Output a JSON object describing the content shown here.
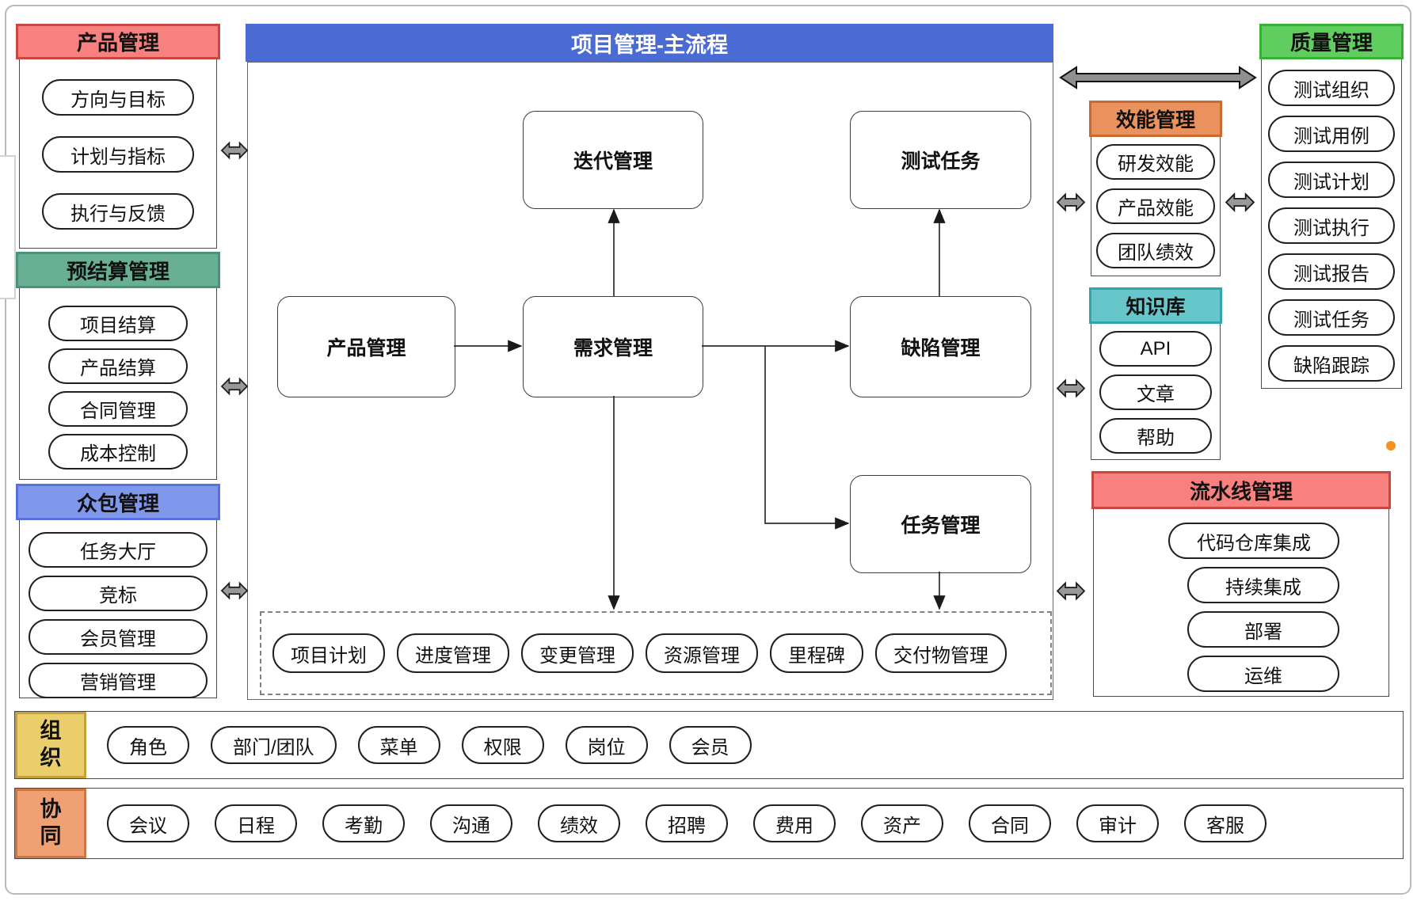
{
  "panels": {
    "product": {
      "title": "产品管理",
      "items": [
        "方向与目标",
        "计划与指标",
        "执行与反馈"
      ]
    },
    "budget": {
      "title": "预结算管理",
      "items": [
        "项目结算",
        "产品结算",
        "合同管理",
        "成本控制"
      ]
    },
    "crowd": {
      "title": "众包管理",
      "items": [
        "任务大厅",
        "竞标",
        "会员管理",
        "营销管理"
      ]
    },
    "main": {
      "title": "项目管理-主流程",
      "nodes": {
        "iteration": "迭代管理",
        "test_task": "测试任务",
        "product": "产品管理",
        "requirement": "需求管理",
        "defect": "缺陷管理",
        "task": "任务管理"
      },
      "dashed_items": [
        "项目计划",
        "进度管理",
        "变更管理",
        "资源管理",
        "里程碑",
        "交付物管理"
      ]
    },
    "efficiency": {
      "title": "效能管理",
      "items": [
        "研发效能",
        "产品效能",
        "团队绩效"
      ]
    },
    "knowledge": {
      "title": "知识库",
      "items": [
        "API",
        "文章",
        "帮助"
      ]
    },
    "pipeline": {
      "title": "流水线管理",
      "items": [
        "代码仓库集成",
        "持续集成",
        "部署",
        "运维"
      ]
    },
    "quality": {
      "title": "质量管理",
      "items": [
        "测试组织",
        "测试用例",
        "测试计划",
        "测试执行",
        "测试报告",
        "测试任务",
        "缺陷跟踪"
      ]
    },
    "org": {
      "title": "组织",
      "items": [
        "角色",
        "部门/团队",
        "菜单",
        "权限",
        "岗位",
        "会员"
      ]
    },
    "collab": {
      "title": "协同",
      "items": [
        "会议",
        "日程",
        "考勤",
        "沟通",
        "绩效",
        "招聘",
        "费用",
        "资产",
        "合同",
        "审计",
        "客服"
      ]
    }
  },
  "colors": {
    "header_red": "#f8807e",
    "header_red_border": "#c94743",
    "header_green": "#68af94",
    "header_green_border": "#48937a",
    "header_blue": "#8098ec",
    "header_blue_border": "#5671dd",
    "main_header_blue": "#4a6bd4",
    "header_orange": "#e9925e",
    "header_orange_border": "#c96a30",
    "header_teal": "#66c6ca",
    "header_teal_border": "#2fa6ac",
    "header_bright_green": "#5fce5f",
    "header_bright_green_border": "#35b234",
    "label_yellow": "#eace6c",
    "label_yellow_border": "#c3a23b",
    "label_orange": "#f0a173",
    "label_orange_border": "#cf7743",
    "arrow_gray": "#8f8f8f",
    "dot_orange": "#f0941f"
  }
}
